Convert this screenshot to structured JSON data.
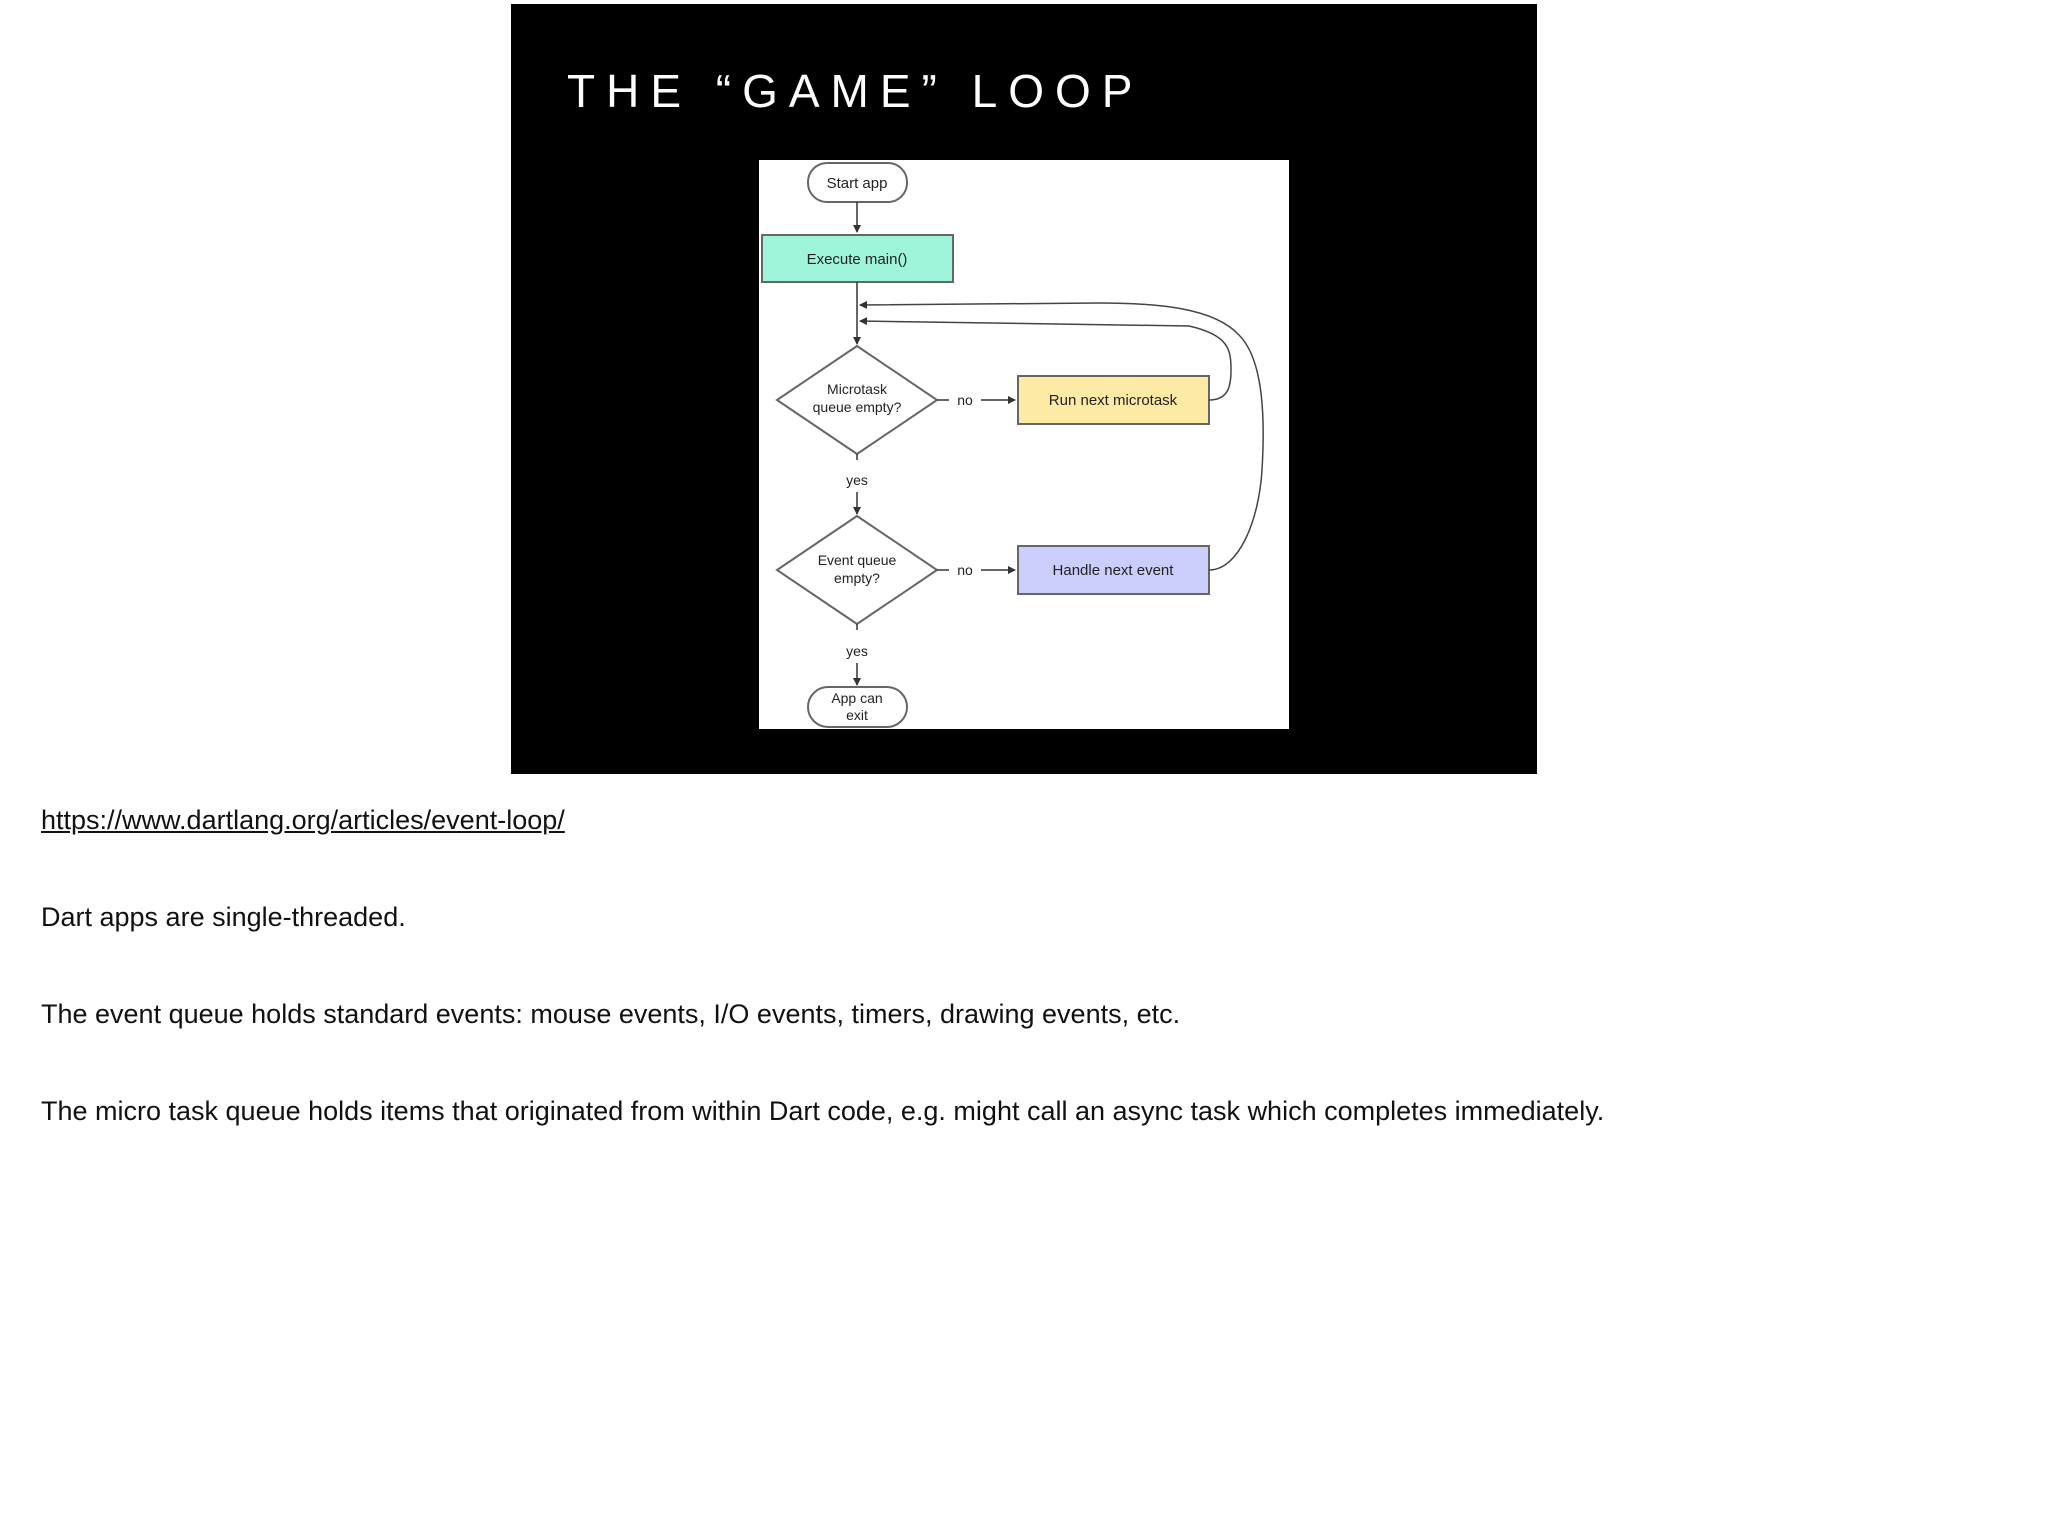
{
  "slide": {
    "title": "THE “GAME” LOOP",
    "background": "#000000"
  },
  "diagram": {
    "nodes": {
      "start": "Start app",
      "execute_main": "Execute main()",
      "microtask_question_line1": "Microtask",
      "microtask_question_line2": "queue empty?",
      "run_microtask": "Run next microtask",
      "event_question_line1": "Event queue",
      "event_question_line2": "empty?",
      "handle_event": "Handle next event",
      "exit_line1": "App can",
      "exit_line2": "exit"
    },
    "edge_labels": {
      "microtask_no": "no",
      "microtask_yes": "yes",
      "event_no": "no",
      "event_yes": "yes"
    },
    "colors": {
      "execute_main_fill": "#9ff5dc",
      "run_microtask_fill": "#fdeaa4",
      "handle_event_fill": "#cbcdfb",
      "stroke": "#666666"
    }
  },
  "notes": {
    "link": "https://www.dartlang.org/articles/event-loop/",
    "line1": "Dart apps are single-threaded.",
    "line2": "The event queue holds standard events: mouse events, I/O events, timers, drawing events, etc.",
    "line3": "The micro task queue holds items that originated from within Dart code, e.g. might call an async task which completes immediately."
  }
}
